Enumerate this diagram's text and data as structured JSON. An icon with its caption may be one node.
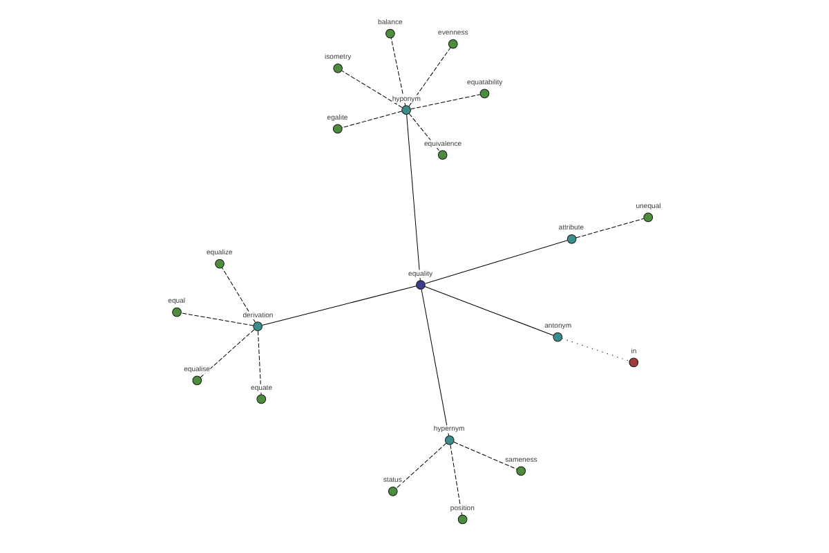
{
  "diagram": {
    "nodes": [
      {
        "text": [
          "in"
        ]
      },
      {
        "text": [
          "equate"
        ]
      },
      {
        "text": [
          "antonym"
        ]
      },
      {
        "text": [
          "equal"
        ]
      },
      {
        "text": [
          "derivation"
        ]
      },
      {
        "text": [
          "equalize"
        ]
      },
      {
        "text": [
          "attribute"
        ]
      },
      {
        "text": [
          "equality"
        ]
      },
      {
        "text": [
          "equalise"
        ]
      },
      {
        "text": [
          "sameness"
        ]
      },
      {
        "text": [
          "unequal"
        ]
      },
      {
        "text": [
          "hypernym"
        ]
      },
      {
        "text": [
          "isometry"
        ]
      },
      {
        "text": [
          "position"
        ]
      },
      {
        "text": [
          "balance"
        ]
      },
      {
        "text": [
          "hyponym"
        ]
      },
      {
        "text": [
          "status"
        ]
      },
      {
        "text": [
          "egalite"
        ]
      },
      {
        "text": [
          "equivalence"
        ]
      },
      {
        "text": [
          "evenness"
        ]
      },
      {
        "text": [
          "equatability"
        ]
      }
    ],
    "edges": [
      {
        "from": 7,
        "to": 2,
        "arrow": "none"
      },
      {
        "from": 7,
        "to": 4,
        "arrow": "none"
      },
      {
        "from": 7,
        "to": 6,
        "arrow": "none"
      },
      {
        "from": 7,
        "to": 11,
        "arrow": "none"
      },
      {
        "from": 7,
        "to": 15,
        "arrow": "none"
      },
      {
        "from": 2,
        "to": 0,
        "arrow": "none",
        "style": "dashed"
      },
      {
        "from": 4,
        "to": 1,
        "arrow": "none",
        "style": "dashed"
      },
      {
        "from": 4,
        "to": 3,
        "arrow": "none",
        "style": "dashed"
      },
      {
        "from": 4,
        "to": 5,
        "arrow": "none",
        "style": "dashed"
      },
      {
        "from": 4,
        "to": 8,
        "arrow": "none",
        "style": "dashed"
      },
      {
        "from": 6,
        "to": 10,
        "arrow": "none",
        "style": "dashed"
      },
      {
        "from": 11,
        "to": 9,
        "arrow": "none",
        "style": "dashed"
      },
      {
        "from": 11,
        "to": 13,
        "arrow": "none",
        "style": "dashed"
      },
      {
        "from": 11,
        "to": 16,
        "arrow": "none",
        "style": "dashed"
      },
      {
        "from": 15,
        "to": 12,
        "arrow": "none",
        "style": "dashed"
      },
      {
        "from": 15,
        "to": 14,
        "arrow": "none",
        "style": "dashed"
      },
      {
        "from": 15,
        "to": 17,
        "arrow": "none",
        "style": "dashed"
      },
      {
        "from": 15,
        "to": 18,
        "arrow": "none",
        "style": "dashed"
      },
      {
        "from": 15,
        "to": 19,
        "arrow": "none",
        "style": "dashed"
      },
      {
        "from": 15,
        "to": 20,
        "arrow": "none",
        "style": "dashed"
      }
    ]
  }
}
